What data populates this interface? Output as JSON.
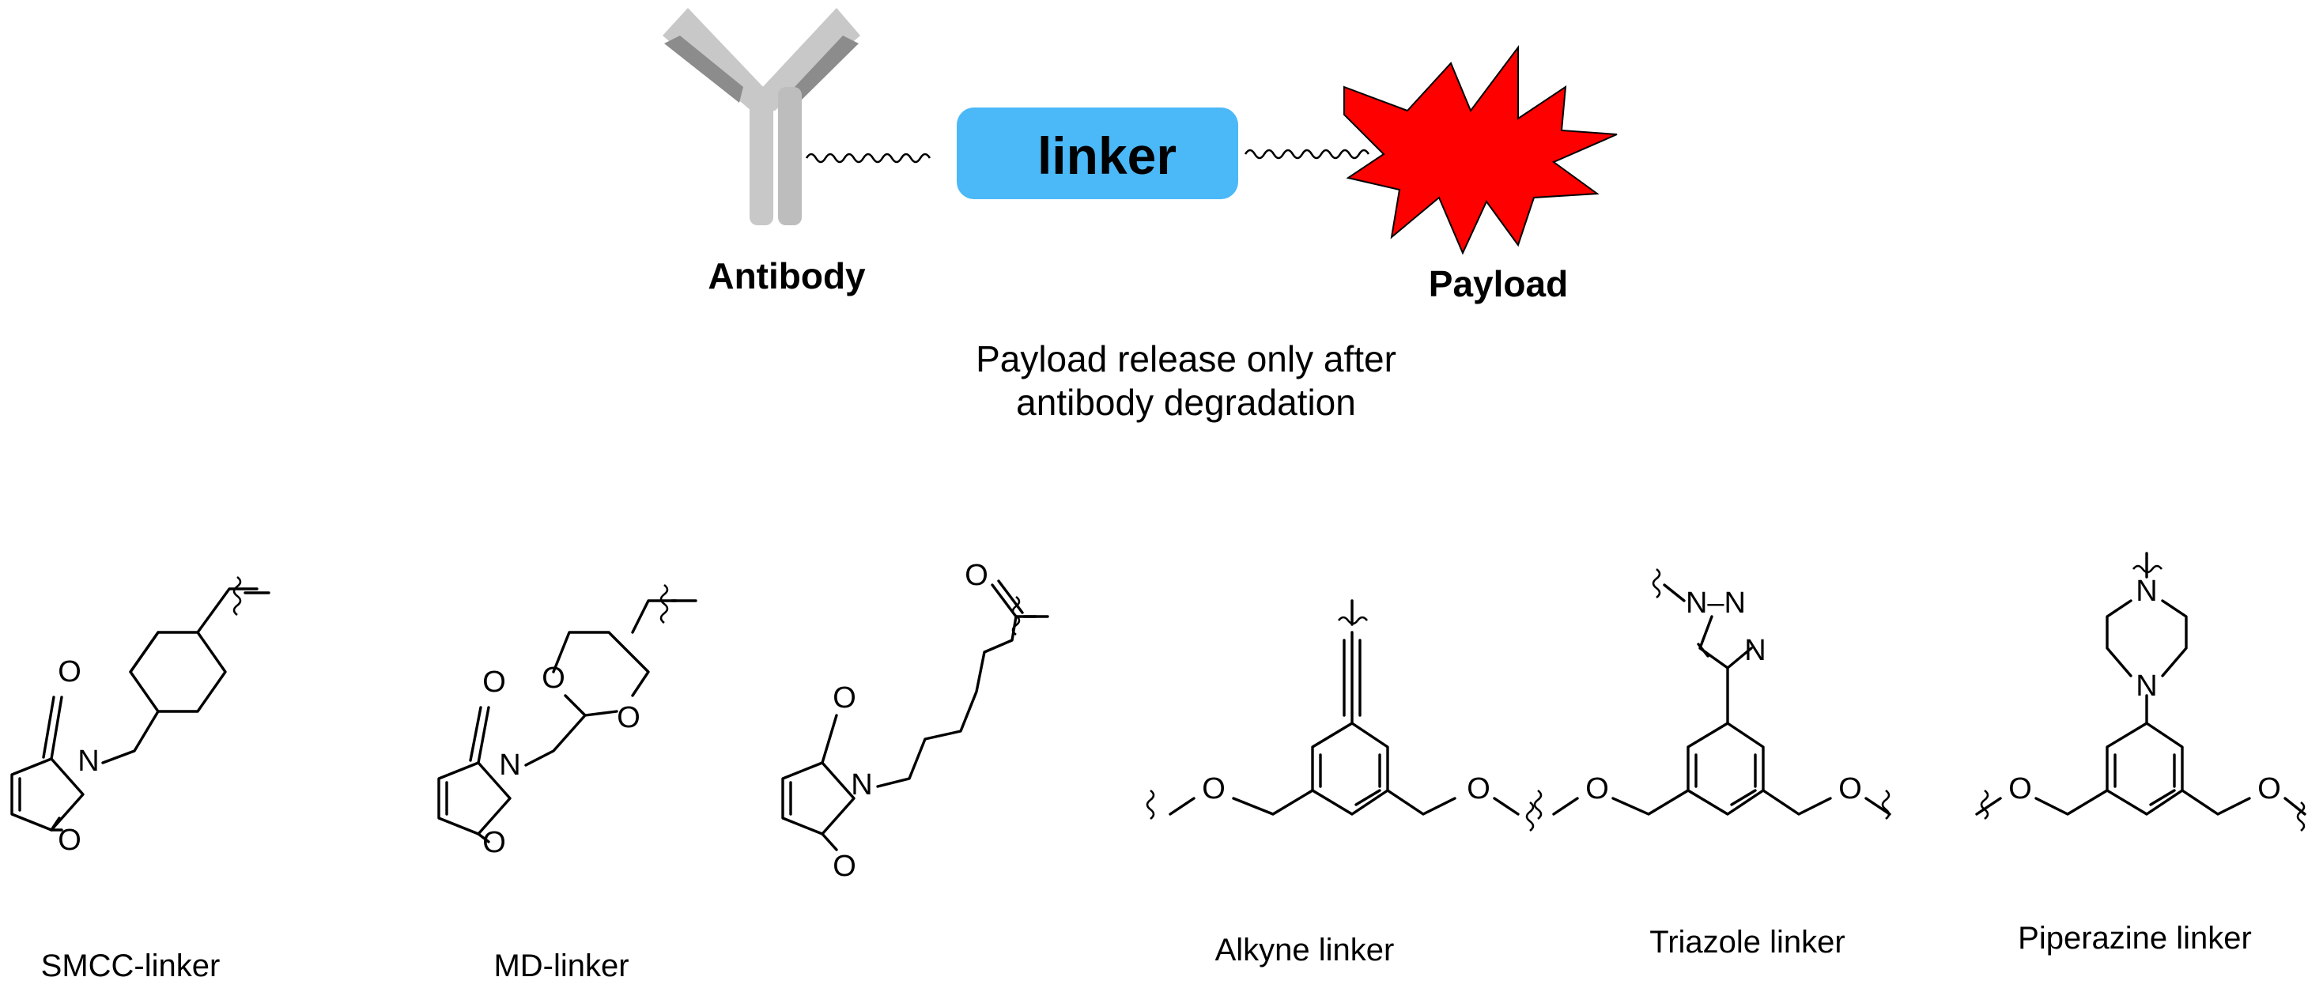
{
  "top": {
    "antibody_label": "Antibody",
    "linker_label": "linker",
    "payload_label": "Payload",
    "caption_line1": "Payload release only after",
    "caption_line2": "antibody degradation"
  },
  "structures": [
    {
      "name": "smcc",
      "label": "SMCC-linker"
    },
    {
      "name": "md",
      "label": "MD-linker"
    },
    {
      "name": "hexanoyl",
      "label": ""
    },
    {
      "name": "alkyne",
      "label": "Alkyne linker"
    },
    {
      "name": "triazole",
      "label": "Triazole linker"
    },
    {
      "name": "piperazine",
      "label": "Piperazine linker"
    }
  ],
  "atoms": {
    "oxygen": "O",
    "nitrogen": "N",
    "n_dash": "N–N",
    "n_single": "N"
  },
  "colors": {
    "linker_box": "#4bb8f7",
    "payload": "#ff0000",
    "antibody_light": "#c8c8c8",
    "antibody_dark": "#8c8c8c"
  }
}
